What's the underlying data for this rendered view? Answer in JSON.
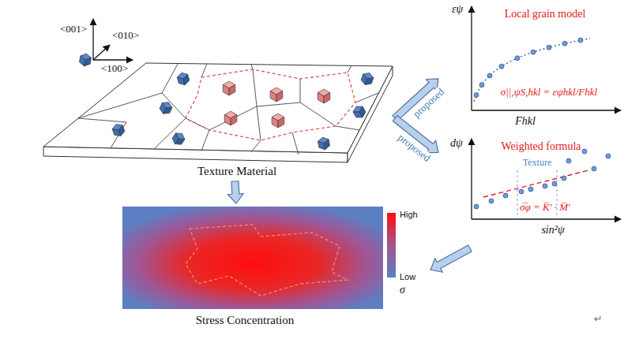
{
  "diagram": {
    "nodes": [
      {
        "text": [
          "Texture Material"
        ]
      },
      {
        "text": [
          "εψ",
          "Local grain model",
          "σ||,ψS,hkl = εψhkl/Fhkl",
          "Fhkl"
        ]
      },
      {
        "text": [
          "dψ",
          "Weighted formula",
          "Texture",
          "σ̅φ = K̅′ · M̅′",
          "sin²ψ"
        ]
      },
      {
        "text": [
          "High",
          "Low",
          "σ",
          "Stress Concentration"
        ]
      }
    ],
    "edges": [
      {
        "from": 0,
        "to": 1,
        "arrow": "to",
        "label": "proposed"
      },
      {
        "from": 0,
        "to": 2,
        "arrow": "to",
        "label": "proposed"
      },
      {
        "from": 0,
        "to": 3,
        "arrow": "to"
      },
      {
        "from": 2,
        "to": 3,
        "arrow": "to"
      }
    ],
    "labels": [
      "<001>",
      "<010>",
      "<100>",
      "↵"
    ]
  }
}
